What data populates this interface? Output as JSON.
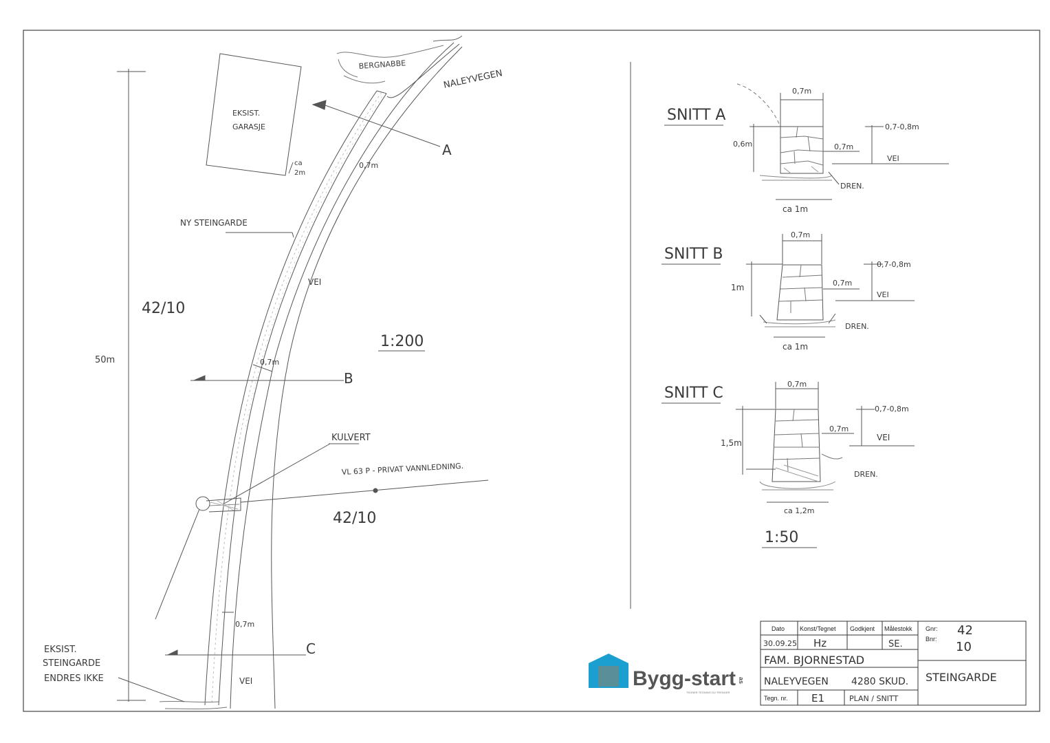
{
  "plan": {
    "labels": {
      "bergnabbe": "BERGNABBE",
      "naleyvegen": "NALEYVEGEN",
      "garage": [
        "EKSIST.",
        "GARASJE"
      ],
      "ca2m": [
        "ca",
        "2m"
      ],
      "width_top": "0,7m",
      "ny_steingarde": "NY STEINGARDE",
      "vei_1": "VEI",
      "vei_2": "VEI",
      "gnr_bnr_1": "42/10",
      "gnr_bnr_2": "42/10",
      "length": "50m",
      "scale": "1:200",
      "width_mid": "0,7m",
      "kulvert": "KULVERT",
      "vannledning": "VL 63 P - PRIVAT VANNLEDNING.",
      "width_bottom": "0,7m",
      "eksist_steingarde": [
        "EKSIST.",
        "STEINGARDE",
        "ENDRES IKKE"
      ]
    },
    "sections": {
      "a": "A",
      "b": "B",
      "c": "C"
    }
  },
  "snitt_a": {
    "title": "SNITT A",
    "top_width": "0,7m",
    "height": "0,6m",
    "offset": "0,7m",
    "road_height": "0,7-0,8m",
    "road": "VEI",
    "drain": "DREN.",
    "base": "ca 1m"
  },
  "snitt_b": {
    "title": "SNITT B",
    "top_width": "0,7m",
    "height": "1m",
    "offset": "0,7m",
    "road_height": "0,7-0,8m",
    "road": "VEI",
    "drain": "DREN.",
    "base": "ca 1m"
  },
  "snitt_c": {
    "title": "SNITT C",
    "top_width": "0,7m",
    "height": "1,5m",
    "offset": "0,7m",
    "road_height": "0,7-0,8m",
    "road": "VEI",
    "drain": "DREN.",
    "base": "ca 1,2m"
  },
  "section_scale": "1:50",
  "logo": {
    "text": "Bygg-start",
    "suffix": "as",
    "tagline": "TEGNER TEGNING DU TRENGER",
    "color": "#1a9fd0"
  },
  "title_block": {
    "headers": {
      "dato": "Dato",
      "konst": "Konst/Tegnet",
      "godkjent": "Godkjent",
      "malestokk": "Målestokk",
      "gnr": "Gnr:",
      "bnr": "Bnr:",
      "tegn_nr": "Tegn. nr."
    },
    "dato": "30.09.25",
    "signature": "Hz",
    "malestokk": "SE.",
    "gnr": "42",
    "bnr": "10",
    "owner": "FAM. BJORNESTAD",
    "address": "NALEYVEGEN",
    "postal": "4280 SKUD.",
    "drawing_title": "STEINGARDE",
    "tegn_nr": "E1",
    "type": "PLAN / SNITT"
  }
}
